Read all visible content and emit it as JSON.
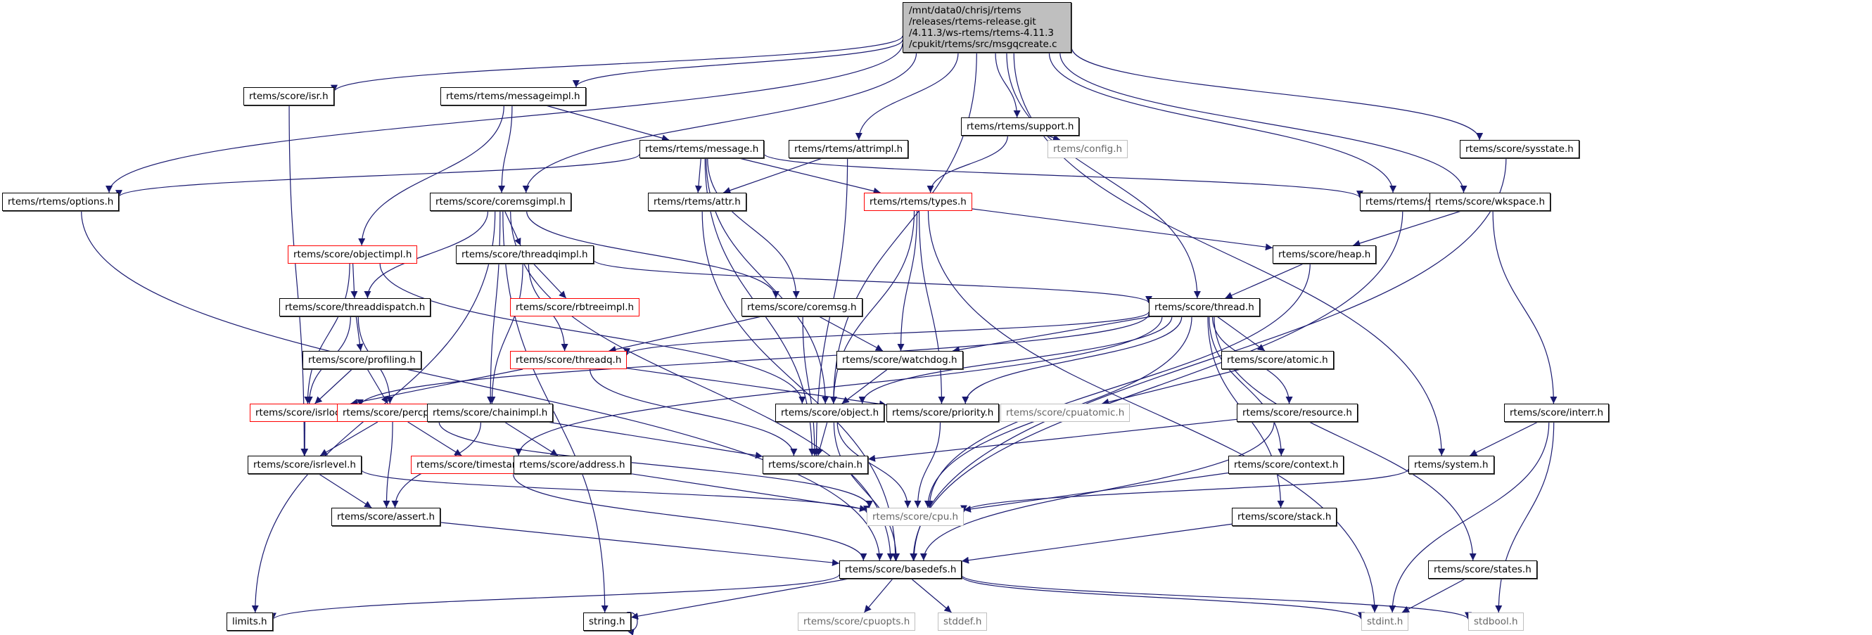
{
  "title": "Include dependency graph for msgqcreate.c",
  "colors": {
    "edge": "#191970",
    "node_border": "#000000",
    "incomplete_border": "#ff0000",
    "external_border": "#bfbfbf",
    "root_fill": "#bfbfbf"
  },
  "nodes": [
    {
      "id": "root",
      "label": "/mnt/data0/chrisj/rtems\n/releases/rtems-release.git\n/4.11.3/ws-rtems/rtems-4.11.3\n/cpukit/rtems/src/msgqcreate.c",
      "kind": "root"
    },
    {
      "id": "isr",
      "label": "rtems/score/isr.h",
      "kind": "normal"
    },
    {
      "id": "messageimpl",
      "label": "rtems/rtems/messageimpl.h",
      "kind": "normal"
    },
    {
      "id": "support",
      "label": "rtems/rtems/support.h",
      "kind": "normal"
    },
    {
      "id": "sysstate",
      "label": "rtems/score/sysstate.h",
      "kind": "normal"
    },
    {
      "id": "message",
      "label": "rtems/rtems/message.h",
      "kind": "normal"
    },
    {
      "id": "attrimpl",
      "label": "rtems/rtems/attrimpl.h",
      "kind": "normal"
    },
    {
      "id": "config",
      "label": "rtems/config.h",
      "kind": "external"
    },
    {
      "id": "options",
      "label": "rtems/rtems/options.h",
      "kind": "normal"
    },
    {
      "id": "coremsgimpl",
      "label": "rtems/score/coremsgimpl.h",
      "kind": "normal"
    },
    {
      "id": "attr",
      "label": "rtems/rtems/attr.h",
      "kind": "normal"
    },
    {
      "id": "types",
      "label": "rtems/rtems/types.h",
      "kind": "incomplete"
    },
    {
      "id": "status",
      "label": "rtems/rtems/status.h",
      "kind": "normal"
    },
    {
      "id": "wkspace",
      "label": "rtems/score/wkspace.h",
      "kind": "normal"
    },
    {
      "id": "objectimpl",
      "label": "rtems/score/objectimpl.h",
      "kind": "incomplete"
    },
    {
      "id": "threadqimpl",
      "label": "rtems/score/threadqimpl.h",
      "kind": "normal"
    },
    {
      "id": "heap",
      "label": "rtems/score/heap.h",
      "kind": "normal"
    },
    {
      "id": "rbtreeimpl",
      "label": "rtems/score/rbtreeimpl.h",
      "kind": "incomplete"
    },
    {
      "id": "threaddispatch",
      "label": "rtems/score/threaddispatch.h",
      "kind": "normal"
    },
    {
      "id": "coremsg",
      "label": "rtems/score/coremsg.h",
      "kind": "normal"
    },
    {
      "id": "thread",
      "label": "rtems/score/thread.h",
      "kind": "normal"
    },
    {
      "id": "profiling",
      "label": "rtems/score/profiling.h",
      "kind": "normal"
    },
    {
      "id": "threadq",
      "label": "rtems/score/threadq.h",
      "kind": "incomplete"
    },
    {
      "id": "watchdog",
      "label": "rtems/score/watchdog.h",
      "kind": "normal"
    },
    {
      "id": "atomic",
      "label": "rtems/score/atomic.h",
      "kind": "normal"
    },
    {
      "id": "isrlock",
      "label": "rtems/score/isrlock.h",
      "kind": "incomplete"
    },
    {
      "id": "percpu",
      "label": "rtems/score/percpu.h",
      "kind": "incomplete"
    },
    {
      "id": "chainimpl",
      "label": "rtems/score/chainimpl.h",
      "kind": "normal"
    },
    {
      "id": "object",
      "label": "rtems/score/object.h",
      "kind": "normal"
    },
    {
      "id": "priority",
      "label": "rtems/score/priority.h",
      "kind": "normal"
    },
    {
      "id": "cpuatomic",
      "label": "rtems/score/cpuatomic.h",
      "kind": "external"
    },
    {
      "id": "resource",
      "label": "rtems/score/resource.h",
      "kind": "normal"
    },
    {
      "id": "interr",
      "label": "rtems/score/interr.h",
      "kind": "normal"
    },
    {
      "id": "isrlevel",
      "label": "rtems/score/isrlevel.h",
      "kind": "normal"
    },
    {
      "id": "timestamp",
      "label": "rtems/score/timestamp.h",
      "kind": "incomplete"
    },
    {
      "id": "address",
      "label": "rtems/score/address.h",
      "kind": "normal"
    },
    {
      "id": "chain",
      "label": "rtems/score/chain.h",
      "kind": "normal"
    },
    {
      "id": "context",
      "label": "rtems/score/context.h",
      "kind": "normal"
    },
    {
      "id": "system",
      "label": "rtems/system.h",
      "kind": "normal"
    },
    {
      "id": "cpu",
      "label": "rtems/score/cpu.h",
      "kind": "external"
    },
    {
      "id": "assert",
      "label": "rtems/score/assert.h",
      "kind": "normal"
    },
    {
      "id": "stack",
      "label": "rtems/score/stack.h",
      "kind": "normal"
    },
    {
      "id": "basedefs",
      "label": "rtems/score/basedefs.h",
      "kind": "normal"
    },
    {
      "id": "states",
      "label": "rtems/score/states.h",
      "kind": "normal"
    },
    {
      "id": "limits",
      "label": "limits.h",
      "kind": "normal"
    },
    {
      "id": "string",
      "label": "string.h",
      "kind": "normal"
    },
    {
      "id": "cpuopts",
      "label": "rtems/score/cpuopts.h",
      "kind": "external"
    },
    {
      "id": "stddef",
      "label": "stddef.h",
      "kind": "external"
    },
    {
      "id": "stdint",
      "label": "stdint.h",
      "kind": "external"
    },
    {
      "id": "stdbool",
      "label": "stdbool.h",
      "kind": "external"
    }
  ],
  "edges": [
    [
      "root",
      "isr"
    ],
    [
      "root",
      "messageimpl"
    ],
    [
      "root",
      "support"
    ],
    [
      "root",
      "sysstate"
    ],
    [
      "root",
      "attrimpl"
    ],
    [
      "root",
      "options"
    ],
    [
      "root",
      "coremsgimpl"
    ],
    [
      "root",
      "status"
    ],
    [
      "root",
      "wkspace"
    ],
    [
      "root",
      "thread"
    ],
    [
      "root",
      "object"
    ],
    [
      "root",
      "system"
    ],
    [
      "isr",
      "isrlevel"
    ],
    [
      "messageimpl",
      "message"
    ],
    [
      "messageimpl",
      "coremsgimpl"
    ],
    [
      "messageimpl",
      "objectimpl"
    ],
    [
      "support",
      "config"
    ],
    [
      "support",
      "types"
    ],
    [
      "sysstate",
      "basedefs"
    ],
    [
      "message",
      "options"
    ],
    [
      "message",
      "attr"
    ],
    [
      "message",
      "types"
    ],
    [
      "message",
      "status"
    ],
    [
      "message",
      "coremsg"
    ],
    [
      "message",
      "object"
    ],
    [
      "message",
      "chain"
    ],
    [
      "attrimpl",
      "attr"
    ],
    [
      "attrimpl",
      "chain"
    ],
    [
      "options",
      "basedefs"
    ],
    [
      "coremsgimpl",
      "threadqimpl"
    ],
    [
      "coremsgimpl",
      "threaddispatch"
    ],
    [
      "coremsgimpl",
      "coremsg"
    ],
    [
      "coremsgimpl",
      "chainimpl"
    ],
    [
      "coremsgimpl",
      "limits"
    ],
    [
      "coremsgimpl",
      "string"
    ],
    [
      "coremsgimpl",
      "basedefs"
    ],
    [
      "attr",
      "basedefs"
    ],
    [
      "types",
      "heap"
    ],
    [
      "types",
      "watchdog"
    ],
    [
      "types",
      "object"
    ],
    [
      "types",
      "priority"
    ],
    [
      "types",
      "stdint"
    ],
    [
      "status",
      "basedefs"
    ],
    [
      "wkspace",
      "heap"
    ],
    [
      "wkspace",
      "interr"
    ],
    [
      "objectimpl",
      "threaddispatch"
    ],
    [
      "objectimpl",
      "isrlock"
    ],
    [
      "objectimpl",
      "object"
    ],
    [
      "threadqimpl",
      "rbtreeimpl"
    ],
    [
      "threadqimpl",
      "threadq"
    ],
    [
      "threadqimpl",
      "chainimpl"
    ],
    [
      "threadqimpl",
      "thread"
    ],
    [
      "heap",
      "thread"
    ],
    [
      "heap",
      "cpu"
    ],
    [
      "threaddispatch",
      "profiling"
    ],
    [
      "threaddispatch",
      "isrlock"
    ],
    [
      "threaddispatch",
      "percpu"
    ],
    [
      "coremsg",
      "threadq"
    ],
    [
      "coremsg",
      "watchdog"
    ],
    [
      "coremsg",
      "chain"
    ],
    [
      "thread",
      "threadq"
    ],
    [
      "thread",
      "watchdog"
    ],
    [
      "thread",
      "atomic"
    ],
    [
      "thread",
      "isrlock"
    ],
    [
      "thread",
      "object"
    ],
    [
      "thread",
      "priority"
    ],
    [
      "thread",
      "resource"
    ],
    [
      "thread",
      "context"
    ],
    [
      "thread",
      "stack"
    ],
    [
      "thread",
      "states"
    ],
    [
      "thread",
      "timestamp"
    ],
    [
      "thread",
      "cpu"
    ],
    [
      "profiling",
      "isrlock"
    ],
    [
      "profiling",
      "percpu"
    ],
    [
      "threadq",
      "isrlock"
    ],
    [
      "threadq",
      "chain"
    ],
    [
      "threadq",
      "priority"
    ],
    [
      "watchdog",
      "object"
    ],
    [
      "atomic",
      "cpuatomic"
    ],
    [
      "isrlock",
      "isrlevel"
    ],
    [
      "percpu",
      "isrlevel"
    ],
    [
      "percpu",
      "timestamp"
    ],
    [
      "percpu",
      "assert"
    ],
    [
      "percpu",
      "cpu"
    ],
    [
      "chainimpl",
      "assert"
    ],
    [
      "chainimpl",
      "address"
    ],
    [
      "chainimpl",
      "chain"
    ],
    [
      "object",
      "cpu"
    ],
    [
      "object",
      "basedefs"
    ],
    [
      "object",
      "chain"
    ],
    [
      "priority",
      "cpu"
    ],
    [
      "resource",
      "chain"
    ],
    [
      "resource",
      "basedefs"
    ],
    [
      "interr",
      "system"
    ],
    [
      "interr",
      "stdint"
    ],
    [
      "interr",
      "stdbool"
    ],
    [
      "isrlevel",
      "assert"
    ],
    [
      "isrlevel",
      "cpu"
    ],
    [
      "timestamp",
      "basedefs"
    ],
    [
      "address",
      "cpu"
    ],
    [
      "context",
      "cpu"
    ],
    [
      "system",
      "cpu"
    ],
    [
      "assert",
      "basedefs"
    ],
    [
      "stack",
      "basedefs"
    ],
    [
      "states",
      "stdint"
    ],
    [
      "basedefs",
      "limits"
    ],
    [
      "basedefs",
      "string"
    ],
    [
      "basedefs",
      "cpuopts"
    ],
    [
      "basedefs",
      "stddef"
    ],
    [
      "basedefs",
      "stdint"
    ],
    [
      "basedefs",
      "stdbool"
    ],
    [
      "string",
      "string"
    ]
  ]
}
